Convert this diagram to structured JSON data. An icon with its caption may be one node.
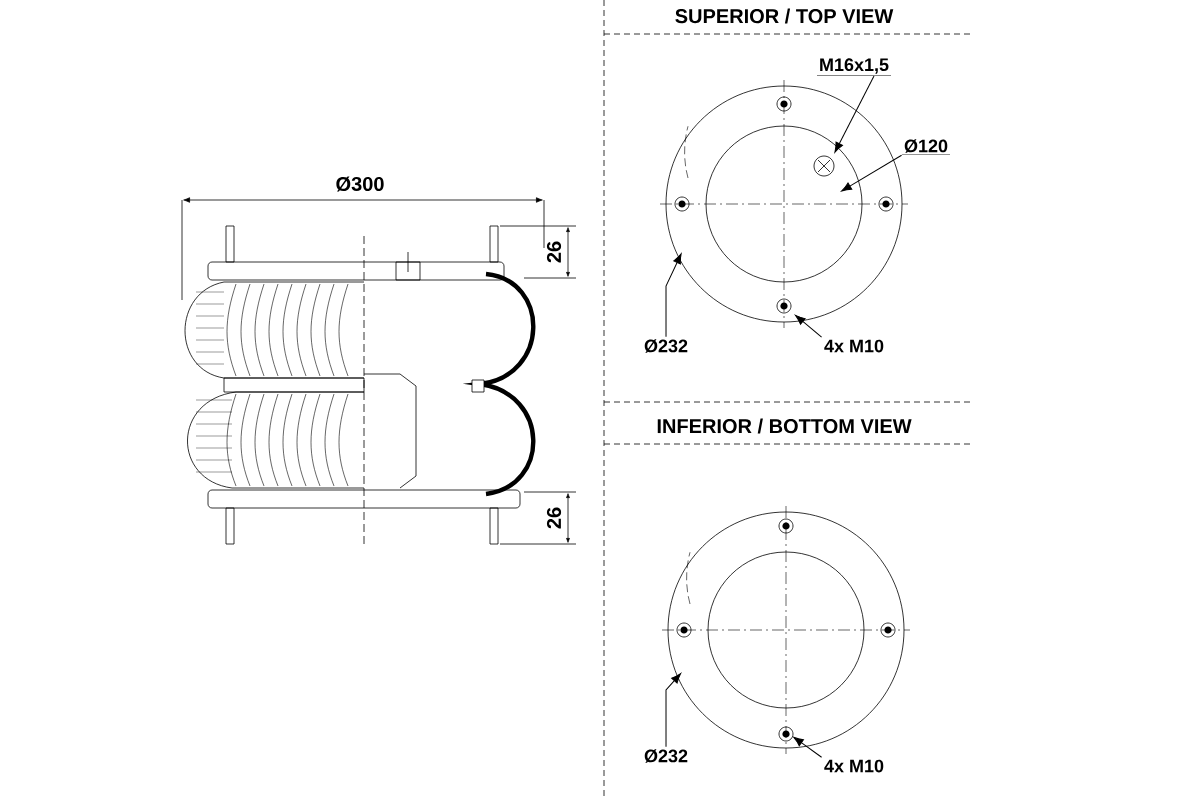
{
  "diagram": {
    "nodes": [
      {
        "text": [
          "M16x1,5"
        ]
      },
      {
        "text": [
          "Ø120"
        ]
      },
      {
        "text": [
          "Ø232"
        ]
      },
      {
        "text": [
          "4x M10"
        ]
      },
      {
        "text": [
          "Ø232"
        ]
      },
      {
        "text": [
          "4x M10"
        ]
      }
    ],
    "edges": [
      {
        "from": 0,
        "to": null,
        "arrow": "to"
      },
      {
        "from": 1,
        "to": null,
        "arrow": "to"
      },
      {
        "from": 2,
        "to": null,
        "arrow": "to"
      },
      {
        "from": 3,
        "to": null,
        "arrow": "to"
      },
      {
        "from": 4,
        "to": null,
        "arrow": "to"
      },
      {
        "from": 5,
        "to": null,
        "arrow": "to"
      }
    ],
    "labels": [
      "SUPERIOR / TOP VIEW",
      "Ø300",
      "26",
      "26",
      "INFERIOR / BOTTOM VIEW"
    ]
  }
}
